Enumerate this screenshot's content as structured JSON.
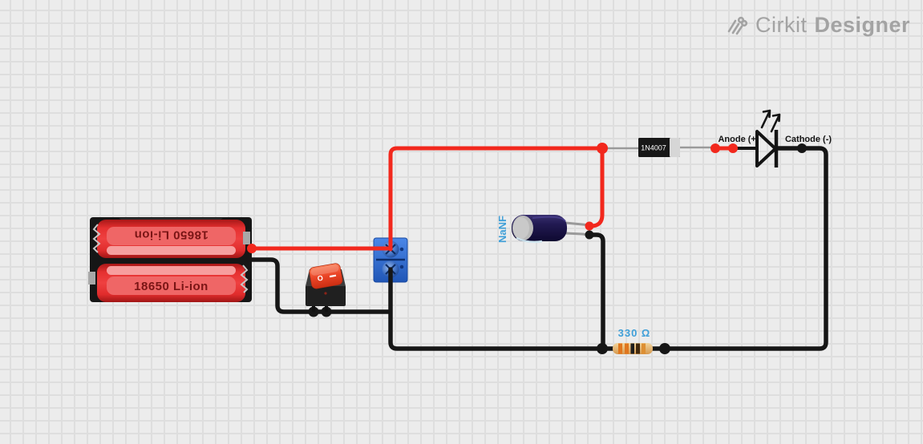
{
  "app": {
    "brand_light": "Cirkit",
    "brand_bold": "Designer"
  },
  "colors": {
    "bg": "#ececec",
    "grid-line": "#dedede",
    "wire-red": "#f2281d",
    "wire-black": "#161616",
    "label-blue": "#3f9fd8",
    "logo-grey": "#a3a3a3",
    "battery-red": "#e93030",
    "battery-band": "#ef6666",
    "battery-text": "#7a1515",
    "terminal-blue": "#2f6cd0",
    "lead-grey": "#9a9a9a"
  },
  "components": {
    "battery_holder": {
      "cell_top_label": "18650 Li-ion",
      "cell_bottom_label": "18650 Li-ion"
    },
    "switch": {
      "marking_on": "O"
    },
    "capacitor": {
      "label": "NaNF"
    },
    "diode": {
      "label": "1N4007"
    },
    "led": {
      "anode_label": "Anode (+)",
      "cathode_label": "Cathode (-)"
    },
    "resistor": {
      "label": "330 Ω"
    }
  }
}
